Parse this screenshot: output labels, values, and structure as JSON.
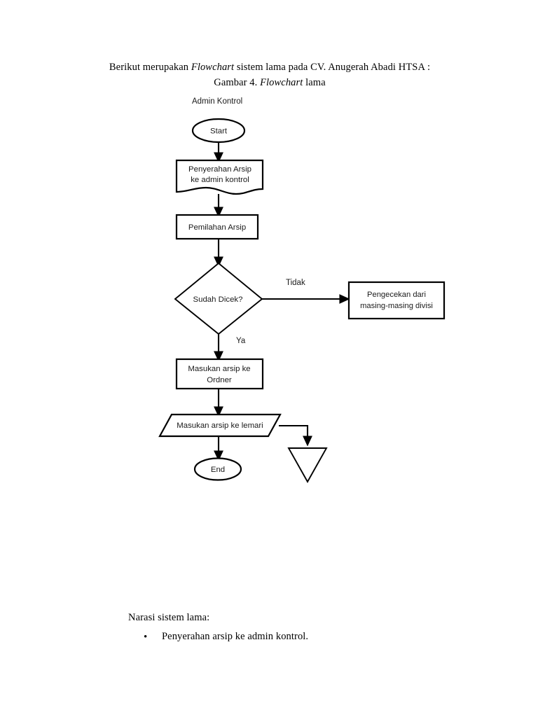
{
  "document": {
    "intro": {
      "before_italic": "Berikut merupakan ",
      "italic_word": "Flowchart",
      "after_italic": " sistem lama pada CV. Anugerah Abadi HTSA :",
      "caption_before": "Gambar 4. ",
      "caption_italic": "Flowchart",
      "caption_after": " lama"
    },
    "narasi": {
      "heading": "Narasi sistem lama:",
      "bullet_glyph": "•",
      "items": [
        "Penyerahan arsip ke admin kontrol."
      ]
    }
  },
  "flowchart": {
    "swimlane_label": "Admin Kontrol",
    "edge_labels": {
      "tidak": "Tidak",
      "ya": "Ya"
    },
    "nodes": [
      {
        "id": "start",
        "shape": "ellipse",
        "label": "Start"
      },
      {
        "id": "penyerahan",
        "shape": "document",
        "label_line1": "Penyerahan Arsip",
        "label_line2": "ke admin kontrol"
      },
      {
        "id": "pemilahan",
        "shape": "rectangle",
        "label": "Pemilahan Arsip"
      },
      {
        "id": "sudahdicek",
        "shape": "diamond",
        "label": "Sudah Dicek?"
      },
      {
        "id": "pengecekan",
        "shape": "rectangle",
        "label_line1": "Pengecekan dari",
        "label_line2": "masing-masing divisi"
      },
      {
        "id": "ordner",
        "shape": "rectangle",
        "label_line1": "Masukan arsip ke",
        "label_line2": "Ordner"
      },
      {
        "id": "lemari",
        "shape": "parallelogram",
        "label": "Masukan arsip ke lemari"
      },
      {
        "id": "end",
        "shape": "ellipse",
        "label": "End"
      },
      {
        "id": "triangle",
        "shape": "triangle-down",
        "label": ""
      }
    ],
    "colors": {
      "stroke": "#000000",
      "fill": "#ffffff",
      "text": "#1a1a1a"
    }
  }
}
